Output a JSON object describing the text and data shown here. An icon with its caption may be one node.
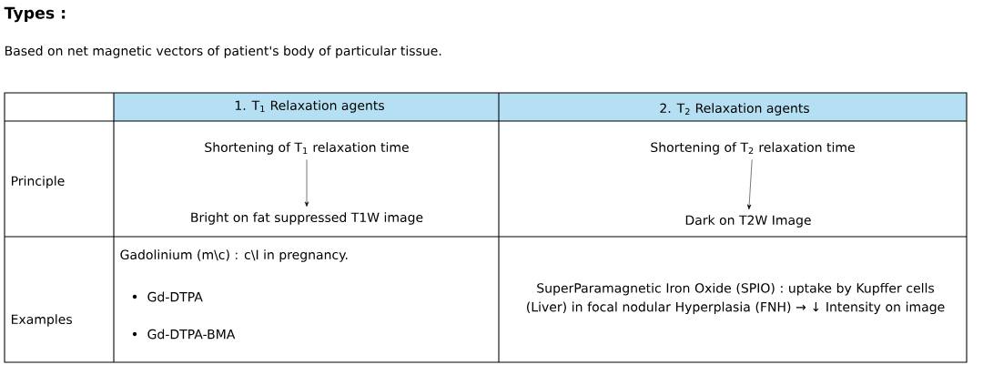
{
  "diagram": {
    "title": "Types :",
    "nodes": [
      {
        "text": [
          "Shortening of T$_{1}$ relaxation time"
        ]
      },
      {
        "text": [
          "Bright on fat suppressed T1W image"
        ]
      },
      {
        "text": [
          "Shortening of T$_{2}$ relaxation time"
        ]
      },
      {
        "text": [
          "Dark on T2W Image"
        ]
      }
    ],
    "edges": [
      {
        "from": 0,
        "to": 1,
        "arrow": "to"
      },
      {
        "from": 2,
        "to": 3,
        "arrow": "to"
      }
    ],
    "labels": [
      "Based on net magnetic vectors of patient's body of particular tissue.",
      "1. T$_{1}$ Relaxation agents",
      "2. T$_{2}$ Relaxation agents",
      "Principle",
      "Examples",
      "Gadolinium (m\\c) : c\\I in pregnancy.",
      "Gd-DTPA",
      "Gd-DTPA-BMA",
      "SuperParamagnetic Iron Oxide (SPIO) : uptake by Kupffer cells (Liver) in focal nodular Hyperplasia (FNH) → ↓ Intensity on image"
    ]
  }
}
